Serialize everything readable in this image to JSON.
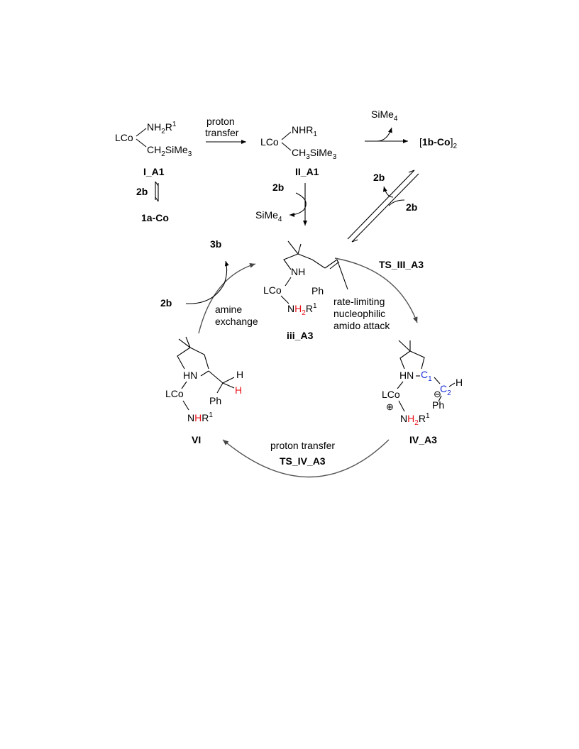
{
  "colors": {
    "highlight_h": "#e8141b",
    "highlight_c": "#1a2fd6",
    "cycle_arrow": "#555555"
  },
  "compounds": {
    "i_a1": {
      "label": "I_A1",
      "metal": "LCo",
      "ligand_top": "NH",
      "ligand_top_sub": "2",
      "ligand_top_r": "R",
      "ligand_top_sup": "1",
      "ligand_bot": "CH",
      "ligand_bot_sub": "2",
      "ligand_bot_rest": "SiMe",
      "ligand_bot_sub2": "3"
    },
    "ii_a1": {
      "label": "II_A1",
      "metal": "LCo",
      "ligand_top": "NHR",
      "ligand_top_sub": "1",
      "ligand_bot": "CH",
      "ligand_bot_sub": "3",
      "ligand_bot_rest": "SiMe",
      "ligand_bot_sub2": "3"
    },
    "one_a_co": {
      "label": "1a-Co"
    },
    "dimer": {
      "open": "[",
      "bold": "1b-Co",
      "close": "]",
      "sub": "2"
    },
    "iii_a3": {
      "label": "iii_A3",
      "nh": "NH",
      "metal": "LCo",
      "ph": "Ph",
      "n": "N",
      "h2": "H",
      "h2_sub": "2",
      "r": "R",
      "r_sup": "1"
    },
    "iv_a3": {
      "label": "IV_A3",
      "hn": "HN",
      "c1": "C",
      "c1_sub": "1",
      "c2": "C",
      "c2_sub": "2",
      "h": "H",
      "metal": "LCo",
      "plus": "⊕",
      "minus": "⊖",
      "ph": "Ph",
      "n": "N",
      "h2": "H",
      "h2_sub": "2",
      "r": "R",
      "r_sup": "1"
    },
    "vi": {
      "label": "VI",
      "hn": "HN",
      "h_top": "H",
      "h_red": "H",
      "metal": "LCo",
      "ph": "Ph",
      "n": "N",
      "h": "H",
      "r": "R",
      "r_sup": "1"
    }
  },
  "reagents": {
    "proton_transfer_1": "proton",
    "proton_transfer_2": "transfer",
    "simet4_top": "SiMe",
    "simet4_top_sub": "4",
    "two_b_eq": "2b",
    "two_b_ii": "2b",
    "simet4_mid": "SiMe",
    "simet4_mid_sub": "4",
    "two_b_dimer_out": "2b",
    "two_b_dimer_in": "2b",
    "three_b": "3b",
    "two_b_left": "2b"
  },
  "steps": {
    "amine_exchange_1": "amine",
    "amine_exchange_2": "exchange",
    "ts_iii": "TS_III_A3",
    "rate_1": "rate-limiting",
    "rate_2": "nucleophilic",
    "rate_3": "amido attack",
    "proton_transfer_bottom": "proton transfer",
    "ts_iv": "TS_IV_A3"
  }
}
